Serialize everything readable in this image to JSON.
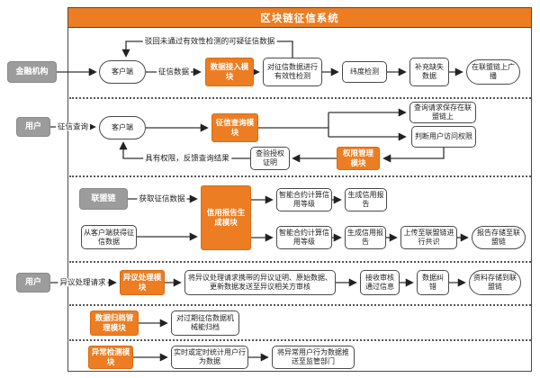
{
  "title": "区块链征信系统",
  "colors": {
    "accent_orange": "#ED7D22",
    "actor_gray": "#9C9C9C",
    "line_dark": "#333333",
    "border_dark": "#4a4a4a"
  },
  "actors": {
    "financial_institution": "金融机构",
    "user_query": "用户",
    "consortium_chain": "联盟链",
    "user_dispute": "用户"
  },
  "lane1": {
    "client": "客户端",
    "credit_data_label": "征信数据",
    "data_access_module": "数据接入模块",
    "validity_check": "对征信数据进行有效性检测",
    "dimension_check": "纬度检测",
    "fill_missing": "补充缺失数据",
    "broadcast": "在联盟链上广播",
    "reject_label": "驳回未通过有效性检测的可疑征信数据"
  },
  "lane2": {
    "query_label": "征信查询",
    "client": "客户端",
    "query_module": "征信查询模块",
    "save_request": "查询请求保存在联盟链上",
    "judge_access": "判断用户访问权限",
    "permission_module": "权限管理模块",
    "verify_proof": "查验授权证明",
    "feedback_label": "具有权限，反馈查询结果"
  },
  "lane3": {
    "get_data_label": "获取征信数据",
    "report_module": "信用报告生成模块",
    "from_client": "从客户端获得征信数据",
    "smart_contract_1": "智能合约计算信用等级",
    "gen_report_1": "生成信用报告",
    "smart_contract_2": "智能合约计算信用等级",
    "gen_report_2": "生成信用报告",
    "upload_consensus": "上传至联盟链进行共识",
    "store_report": "报告存储至联盟链"
  },
  "lane4": {
    "dispute_label": "异议处理请求",
    "dispute_module": "异议处理模块",
    "send_review": "将异议处理请求携带的异议证明、原始数据、更新数据发送至异议相关方审核",
    "receive_approval": "接收审核通过信息",
    "data_correction": "数据纠错",
    "store_data": "资料存储到联盟链"
  },
  "lane5": {
    "archive_module": "数据归档管理模块",
    "archive_action": "对过期征信数据机械能归档"
  },
  "lane6": {
    "anomaly_module": "异常检测模块",
    "stat_behavior": "实时或定时统计用户行为数据",
    "push_regulator": "将异常用户行为数据推送至监管部门"
  }
}
